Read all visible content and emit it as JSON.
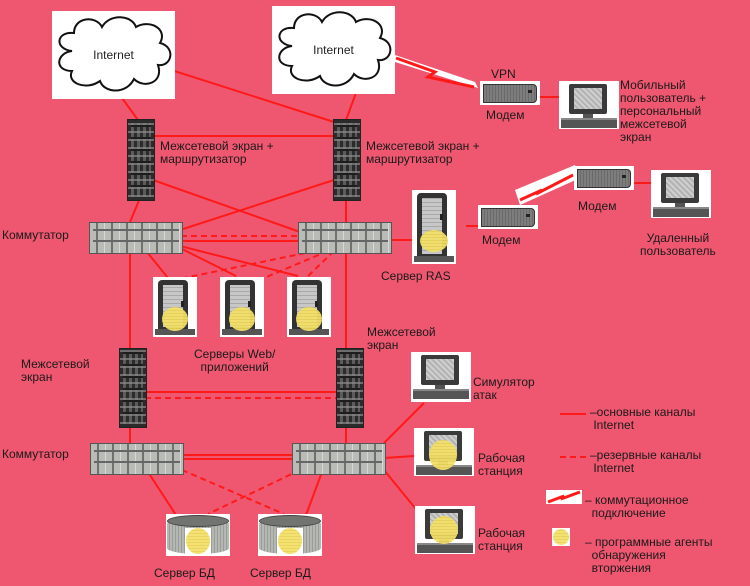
{
  "colors": {
    "background": "#ef5770",
    "link": "#ff1a1a",
    "agent": "#f3e06a"
  },
  "clouds": [
    {
      "id": "internet-1",
      "label": "Internet"
    },
    {
      "id": "internet-2",
      "label": "Internet"
    }
  ],
  "labels": {
    "vpn": "VPN",
    "modem_vpn": "Модем",
    "mobile_user": "Мобильный\nпользователь +\nперсональный\nмежсетевой\nэкран",
    "fw_router_left": "Межсетевой экран +\nмаршрутизатор",
    "fw_router_right": "Межсетевой экран +\nмаршрутизатор",
    "modem_remote": "Модем",
    "modem_ras": "Модем",
    "remote_user": "Удаленный\nпользователь",
    "switch_top": "Коммутатор",
    "ras_server": "Сервер RAS",
    "web_servers": "Серверы Web/\nприложений",
    "fw_left": "Межсетевой\nэкран",
    "fw_right": "Межсетевой\nэкран",
    "attack_simulator": "Симулятор\nатак",
    "switch_bottom": "Коммутатор",
    "workstation_1": "Рабочая\nстанция",
    "workstation_2": "Рабочая\nстанция",
    "db_server_1": "Сервер БД",
    "db_server_2": "Сервер БД"
  },
  "legend": [
    {
      "icon": "solid-line",
      "text": "–основные каналы\n Internet"
    },
    {
      "icon": "dashed-line",
      "text": "–резервные каналы\n Internet"
    },
    {
      "icon": "switched-connection",
      "text": "– коммутационное\n  подключение"
    },
    {
      "icon": "intrusion-agent",
      "text": "– программные агенты\n  обнаружения\n  вторжения"
    }
  ]
}
